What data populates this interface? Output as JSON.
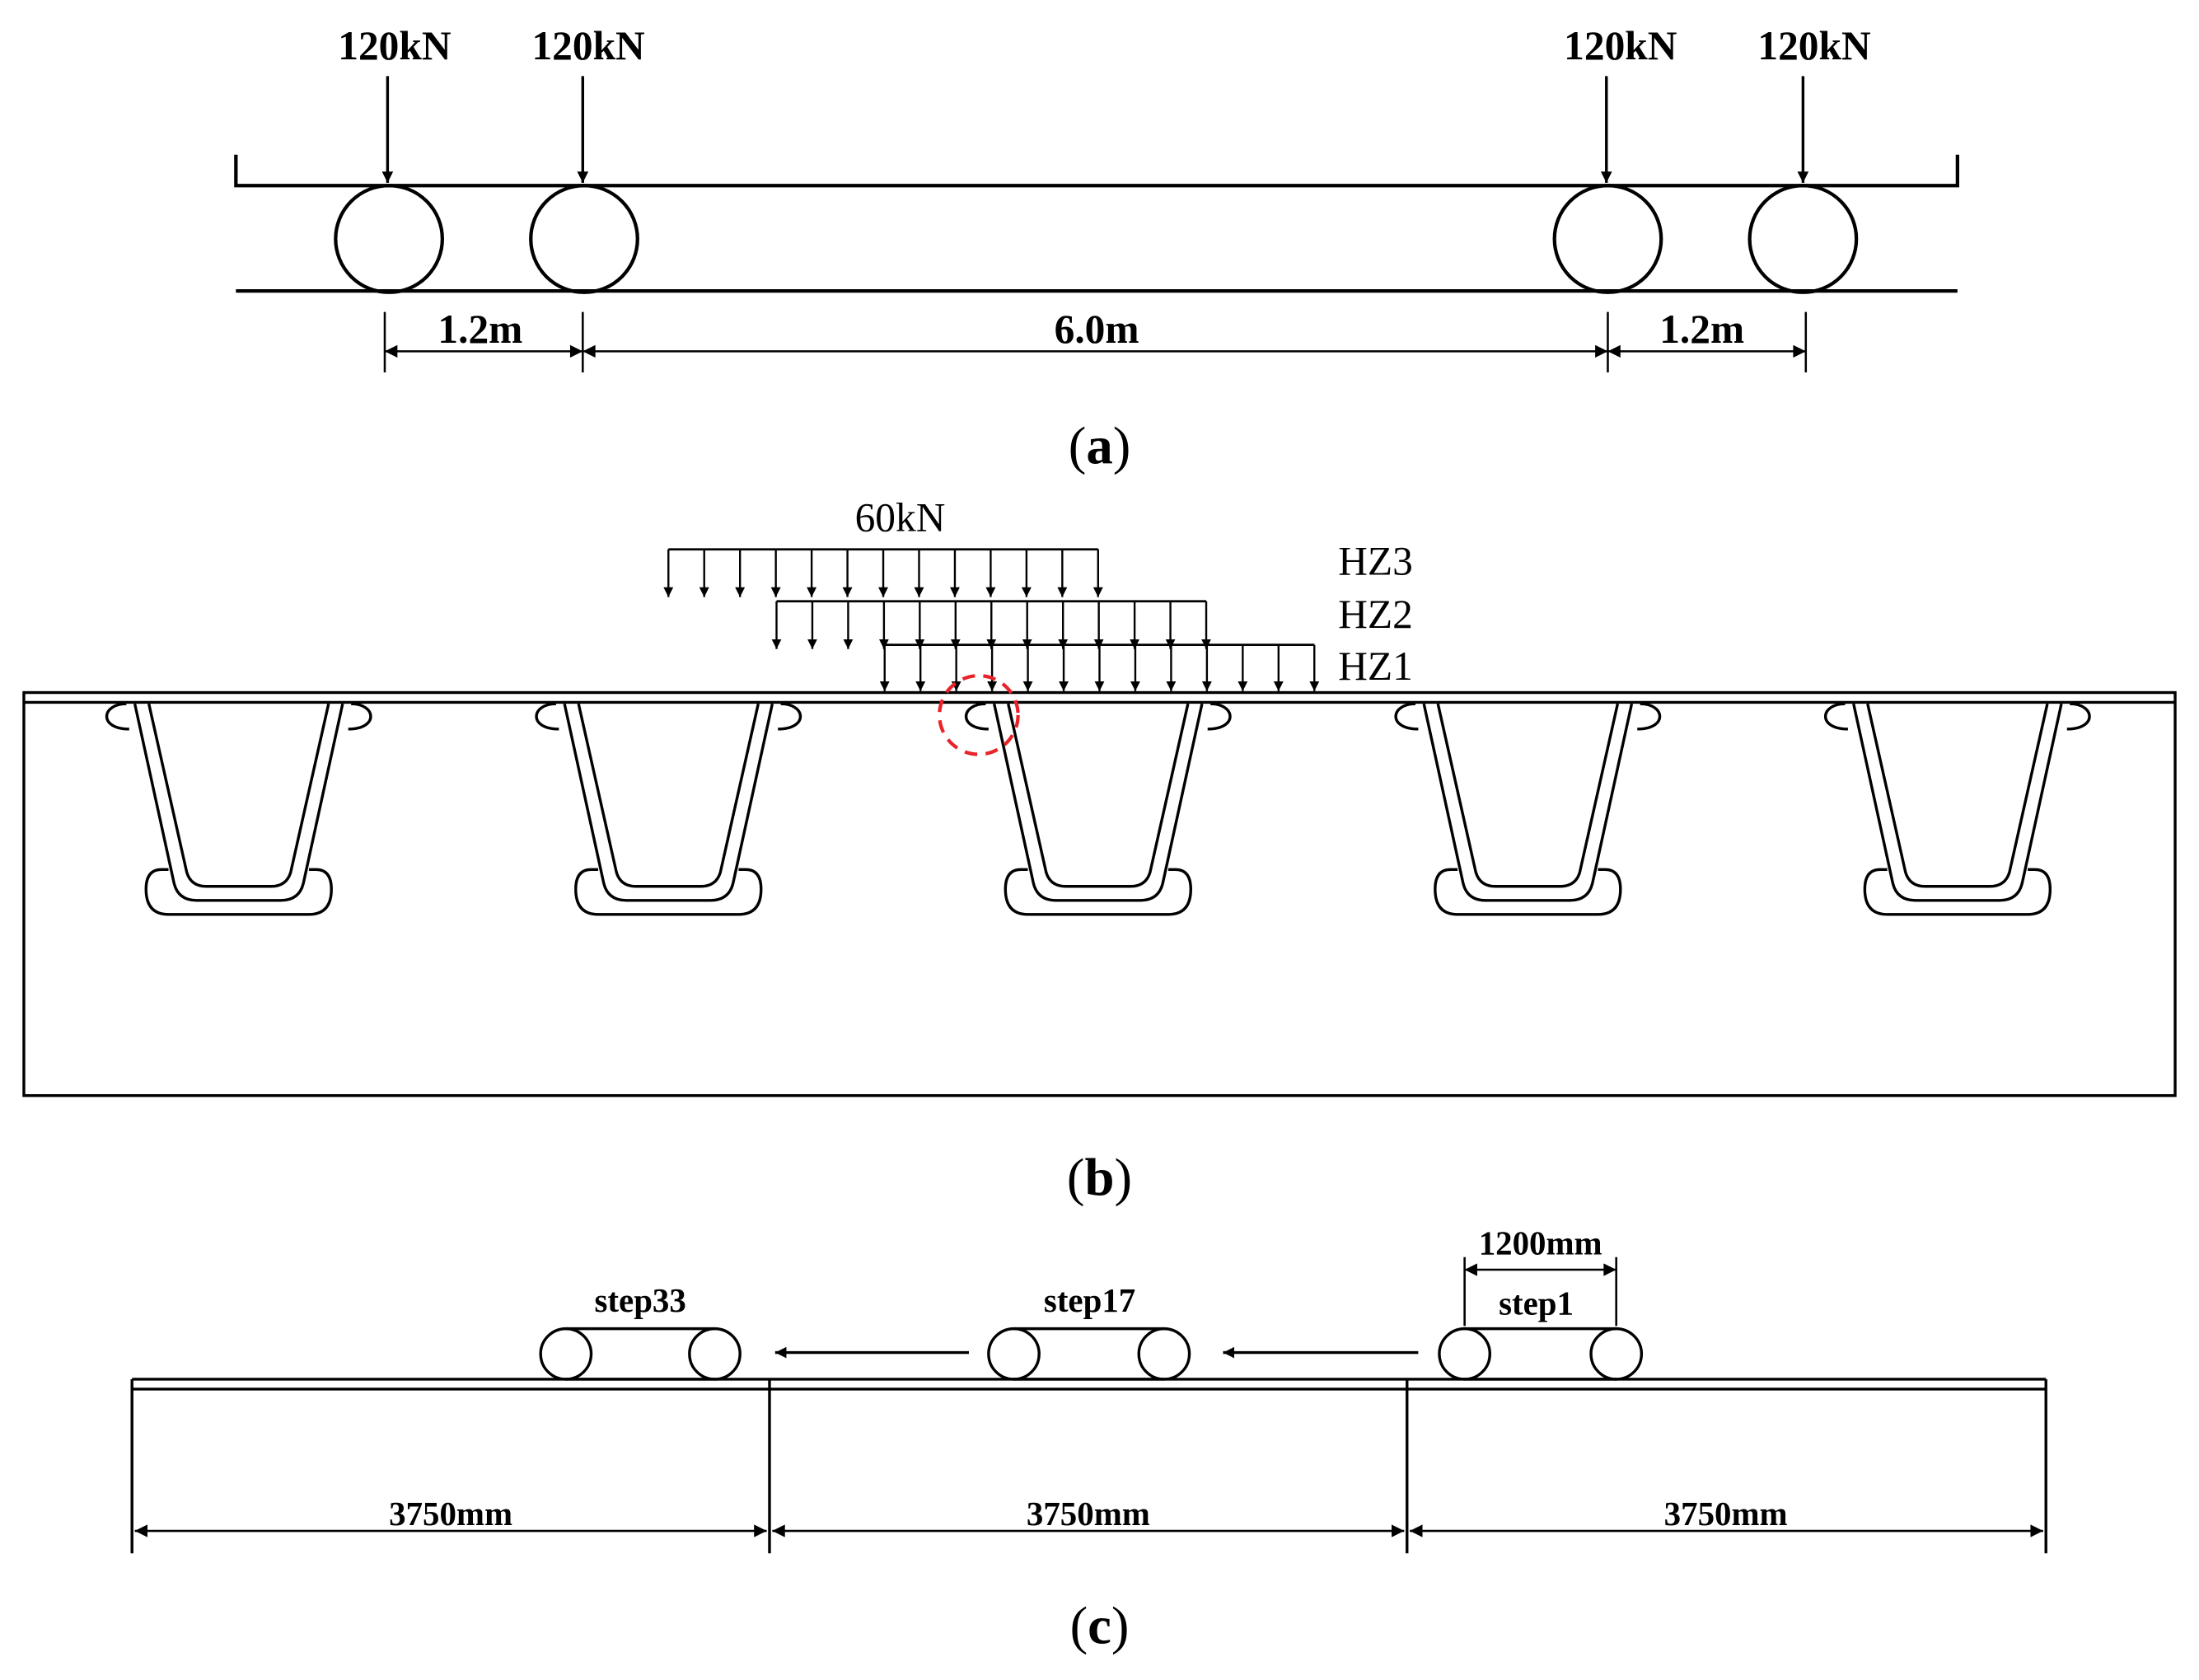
{
  "panel_a": {
    "caption_open": "(",
    "caption_letter": "a",
    "caption_close": ")",
    "loads": [
      "120kN",
      "120kN",
      "120kN",
      "120kN"
    ],
    "dims": [
      "1.2m",
      "6.0m",
      "1.2m"
    ]
  },
  "panel_b": {
    "caption_open": "(",
    "caption_letter": "b",
    "caption_close": ")",
    "load_label": "60kN",
    "cases": [
      "HZ3",
      "HZ2",
      "HZ1"
    ],
    "highlight_color": "#e8232a"
  },
  "panel_c": {
    "caption_open": "(",
    "caption_letter": "c",
    "caption_close": ")",
    "steps": [
      "step33",
      "step17",
      "step1"
    ],
    "wheel_spacing": "1200mm",
    "spans": [
      "3750mm",
      "3750mm",
      "3750mm"
    ]
  }
}
